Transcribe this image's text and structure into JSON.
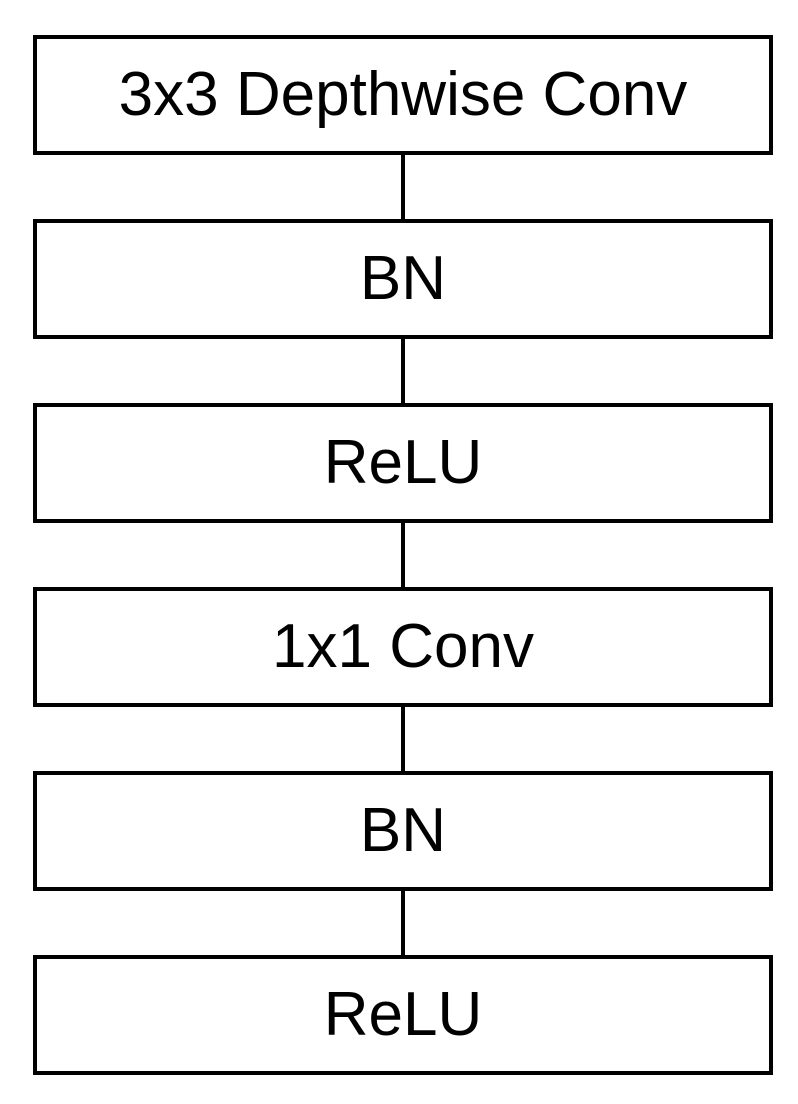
{
  "blocks": [
    {
      "label": "3x3 Depthwise Conv"
    },
    {
      "label": "BN"
    },
    {
      "label": "ReLU"
    },
    {
      "label": "1x1 Conv"
    },
    {
      "label": "BN"
    },
    {
      "label": "ReLU"
    }
  ],
  "colors": {
    "stroke": "#000000",
    "fill": "#ffffff",
    "text": "#000000"
  }
}
